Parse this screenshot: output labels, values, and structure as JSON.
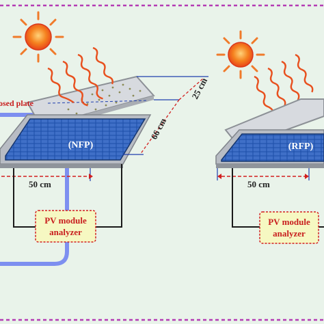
{
  "left_panel": {
    "panel_label": "(NFP)",
    "plate_label": "osed plate",
    "width_label": "50 cm",
    "length_label": "66 cm",
    "gap_label": "25 cm",
    "analyzer_line1": "PV module",
    "analyzer_line2": "analyzer"
  },
  "right_panel": {
    "panel_label": "(RFP)",
    "width_label": "50 cm",
    "analyzer_line1": "PV module",
    "analyzer_line2": "analyzer"
  },
  "colors": {
    "background": "#e9f3ea",
    "border_dash": "#b43cb4",
    "sun_core": "#f25a1e",
    "sun_ray": "#f07a2a",
    "heat_wave": "#e8501e",
    "panel_blue": "#1e4fa8",
    "panel_frame": "#b8bcc4",
    "analyzer_fill": "#f6f8c2",
    "analyzer_text": "#c81e1e",
    "dimension_red": "#d21e1e",
    "pipe_blue": "#7d8ff0"
  }
}
